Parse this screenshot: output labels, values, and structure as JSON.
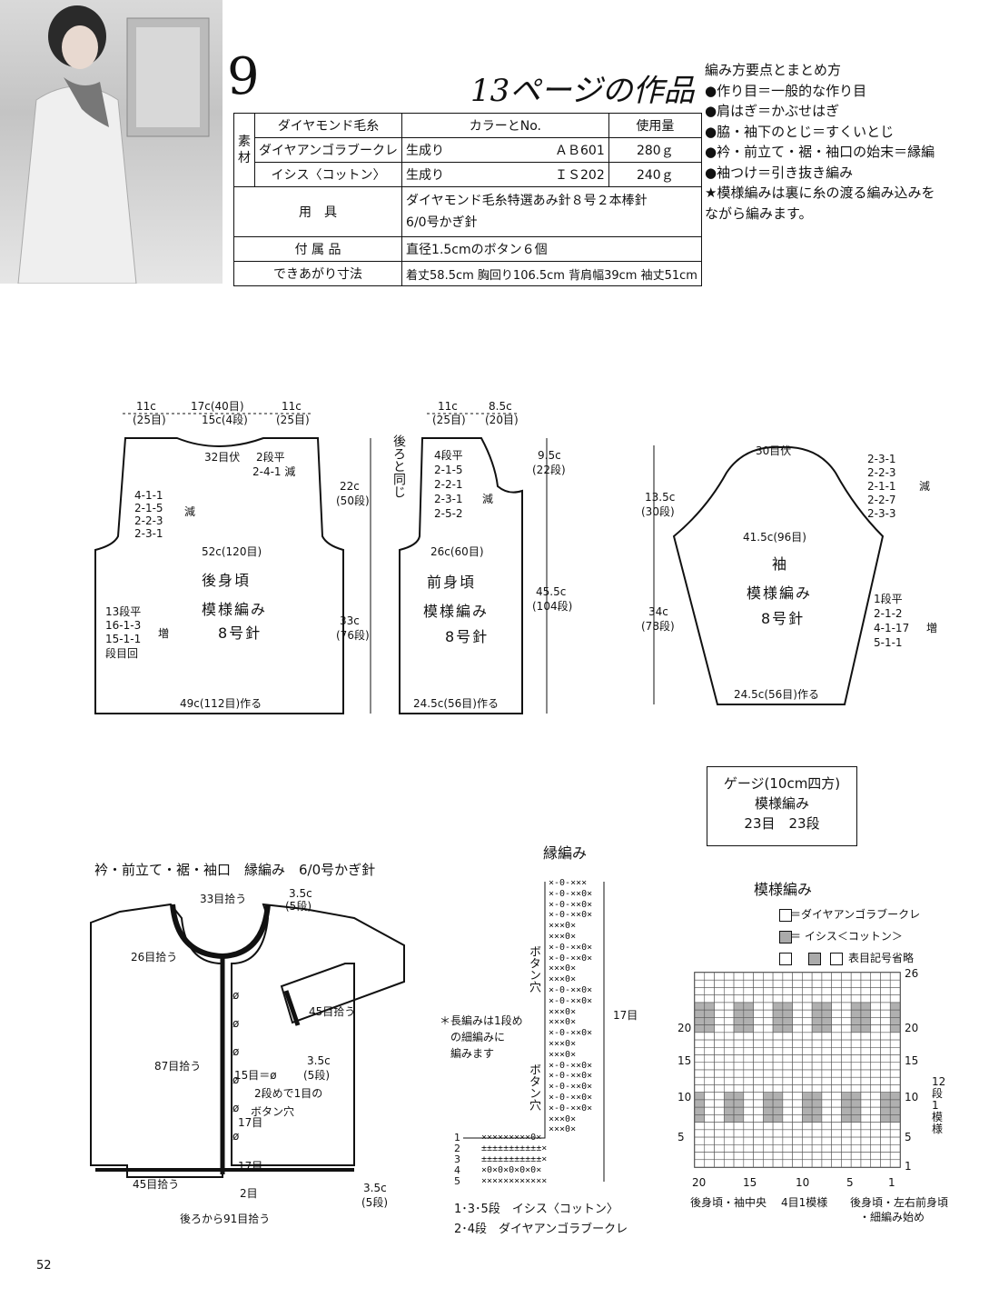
{
  "pattern": {
    "number": "9",
    "title": "13ページの作品"
  },
  "materials": {
    "label": "素材",
    "col_yarn": "ダイヤモンド毛糸",
    "col_color": "カラーとNo.",
    "col_qty": "使用量",
    "rows": [
      {
        "name": "ダイヤアンゴラブークレ",
        "color": "生成り",
        "code": "ＡＢ601",
        "qty": "280ｇ"
      },
      {
        "name": "イシス〈コットン〉",
        "color": "生成り",
        "code": "ＩＳ202",
        "qty": "240ｇ"
      }
    ],
    "tools_label": "用　具",
    "tools_1": "ダイヤモンド毛糸特選あみ針８号２本棒針",
    "tools_2": "6/0号かぎ針",
    "parts_label": "付 属 品",
    "parts": "直径1.5cmのボタン６個",
    "size_label": "できあがり寸法",
    "size": "着丈58.5cm 胸回り106.5cm 背肩幅39cm 袖丈51cm"
  },
  "notes": {
    "heading": "編み方要点とまとめ方",
    "items": [
      "●作り目＝一般的な作り目",
      "●肩はぎ＝かぶせはぎ",
      "●脇・袖下のとじ＝すくいとじ",
      "●衿・前立て・裾・袖口の始末＝縁編",
      "●袖つけ＝引き抜き編み",
      "★模様編みは裏に糸の渡る編み込みを",
      "ながら編みます。"
    ]
  },
  "back": {
    "top_l": "11c",
    "top_l2": "(25目)",
    "top_c": "17c(40目)",
    "top_c2": "15c(4段)",
    "top_r": "11c",
    "top_r2": "(25目)",
    "neck": "32目伏",
    "neck_r1": "2段平",
    "neck_r2": "2-4-1 減",
    "arm": [
      "4-1-1",
      "2-1-5",
      "2-2-3",
      "2-3-1"
    ],
    "arm_dec": "減",
    "chest": "52c(120目)",
    "name": "後身頃",
    "stitch": "模様編み",
    "needle": "8号針",
    "side": [
      "13段平",
      "16-1-3",
      "15-1-1",
      "段目回"
    ],
    "side_inc": "増",
    "bottom": "49c(112目)作る",
    "h_top": "22c",
    "h_top2": "(50段)",
    "h_bot": "33c",
    "h_bot2": "(76段)"
  },
  "front": {
    "top_l": "11c",
    "top_l2": "(25目)",
    "top_r": "8.5c",
    "top_r2": "(20目)",
    "same": "後ろと同じ",
    "neck": [
      "4段平",
      "2-1-5",
      "2-2-1",
      "2-3-1",
      "2-5-2"
    ],
    "neck_dec": "減",
    "neck_h": "9.5c",
    "neck_h2": "(22段)",
    "chest": "26c(60目)",
    "name": "前身頃",
    "stitch": "模様編み",
    "needle": "8号針",
    "h": "45.5c",
    "h2": "(104段)",
    "bottom": "24.5c(56目)作る"
  },
  "sleeve": {
    "top": "30目伏",
    "cap": [
      "2-3-1",
      "2-2-3",
      "2-1-1",
      "2-2-7",
      "2-3-3"
    ],
    "cap_dec": "減",
    "cap_h": "13.5c",
    "cap_h2": "(30段)",
    "width": "41.5c(96目)",
    "name": "袖",
    "stitch": "模様編み",
    "needle": "8号針",
    "h": "34c",
    "h2": "(78段)",
    "side": [
      "1段平",
      "2-1-2",
      "4-1-17",
      "5-1-1"
    ],
    "side_inc": "増",
    "bottom": "24.5c(56目)作る"
  },
  "gauge": {
    "l1": "ゲージ(10cm四方)",
    "l2": "模様編み",
    "l3": "23目　23段"
  },
  "edging": {
    "title": "衿・前立て・裾・袖口　縁編み　6/0号かぎ針",
    "collar": "33目拾う",
    "collar_h": "3.5c",
    "collar_h2": "(5段)",
    "neck_side": "26目拾う",
    "cuff": "45目拾う",
    "cuff_h": "3.5c",
    "cuff_h2": "(5段)",
    "front": "87目拾う",
    "btn_sym": "15目＝ø",
    "btn_note1": "2段めで1目の",
    "btn_note2": "ボタン穴",
    "g17a": "17目",
    "g17b": "17目",
    "g2": "2目",
    "hem": "45目拾う",
    "hem_h": "3.5c",
    "hem_h2": "(5段)",
    "back_pick": "後ろから91目拾う"
  },
  "chart": {
    "title": "縁編み",
    "btnhole": "ボタン穴",
    "btnhole2": "ボタン穴",
    "count": "17目",
    "note1": "＊長編みは1段め",
    "note2": "の細編みに",
    "note3": "編みます",
    "rows": [
      "1",
      "2",
      "3",
      "4",
      "5"
    ],
    "leg1": "1･3･5段　イシス〈コットン〉",
    "leg2": "2･4段　ダイヤアンゴラブークレ"
  },
  "motif": {
    "title": "模様編み",
    "leg1": "＝ダイヤアンゴラブークレ",
    "leg2": "＝ イシス＜コットン＞",
    "leg3": "表目記号省略",
    "rows": [
      "26",
      "20",
      "15",
      "10",
      "5",
      "1"
    ],
    "rows_l": [
      "20",
      "15",
      "10",
      "5"
    ],
    "rep": "12段1模様",
    "cols": [
      "20",
      "15",
      "10",
      "5",
      "1"
    ],
    "c_back": "後身頃・袖中央",
    "c_rep": "4目1模様",
    "c_front": "後身頃・左右前身頃",
    "c_front2": "・細編み始め"
  },
  "page": "52"
}
